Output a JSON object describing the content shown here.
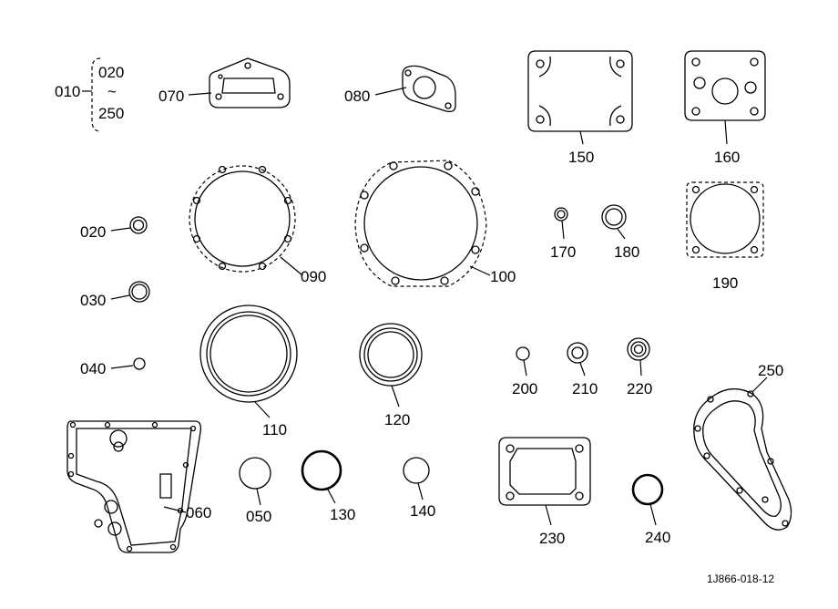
{
  "labels": {
    "l010": "010",
    "l020_range": "020",
    "l250_range": "250",
    "range_sep": "~",
    "l020": "020",
    "l030": "030",
    "l040": "040",
    "l050": "050",
    "l060": "060",
    "l070": "070",
    "l080": "080",
    "l090": "090",
    "l100": "100",
    "l110": "110",
    "l120": "120",
    "l130": "130",
    "l140": "140",
    "l150": "150",
    "l160": "160",
    "l170": "170",
    "l180": "180",
    "l190": "190",
    "l200": "200",
    "l210": "210",
    "l220": "220",
    "l230": "230",
    "l240": "240",
    "l250": "250"
  },
  "drawing_ref": "1J866-018-12"
}
